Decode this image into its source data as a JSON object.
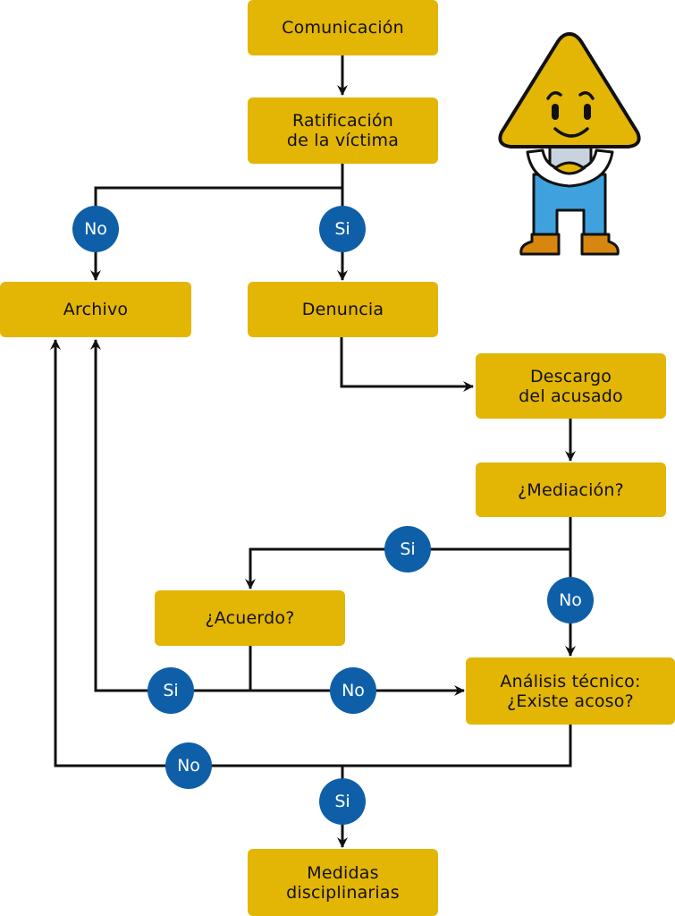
{
  "colors": {
    "node_fill": "#E3B505",
    "badge_fill": "#0E5FA8",
    "connector": "#111111",
    "mascot_body": "#E3B505",
    "mascot_pants": "#3FA2DE",
    "mascot_boots": "#D7860F"
  },
  "nodes": {
    "comunicacion": "Comunicación",
    "ratificacion": "Ratificación\nde la víctima",
    "archivo": "Archivo",
    "denuncia": "Denuncia",
    "descargo": "Descargo\ndel acusado",
    "mediacion": "¿Mediación?",
    "acuerdo": "¿Acuerdo?",
    "analisis": "Análisis técnico:\n¿Existe acoso?",
    "medidas": "Medidas\ndisciplinarias"
  },
  "badges": {
    "ratificacion_no": "No",
    "ratificacion_si": "Si",
    "mediacion_si": "Si",
    "mediacion_no": "No",
    "acuerdo_si": "Si",
    "acuerdo_no": "No",
    "analisis_no": "No",
    "analisis_si": "Si"
  },
  "mascot": {
    "icon": "triangle-mascot-icon"
  }
}
